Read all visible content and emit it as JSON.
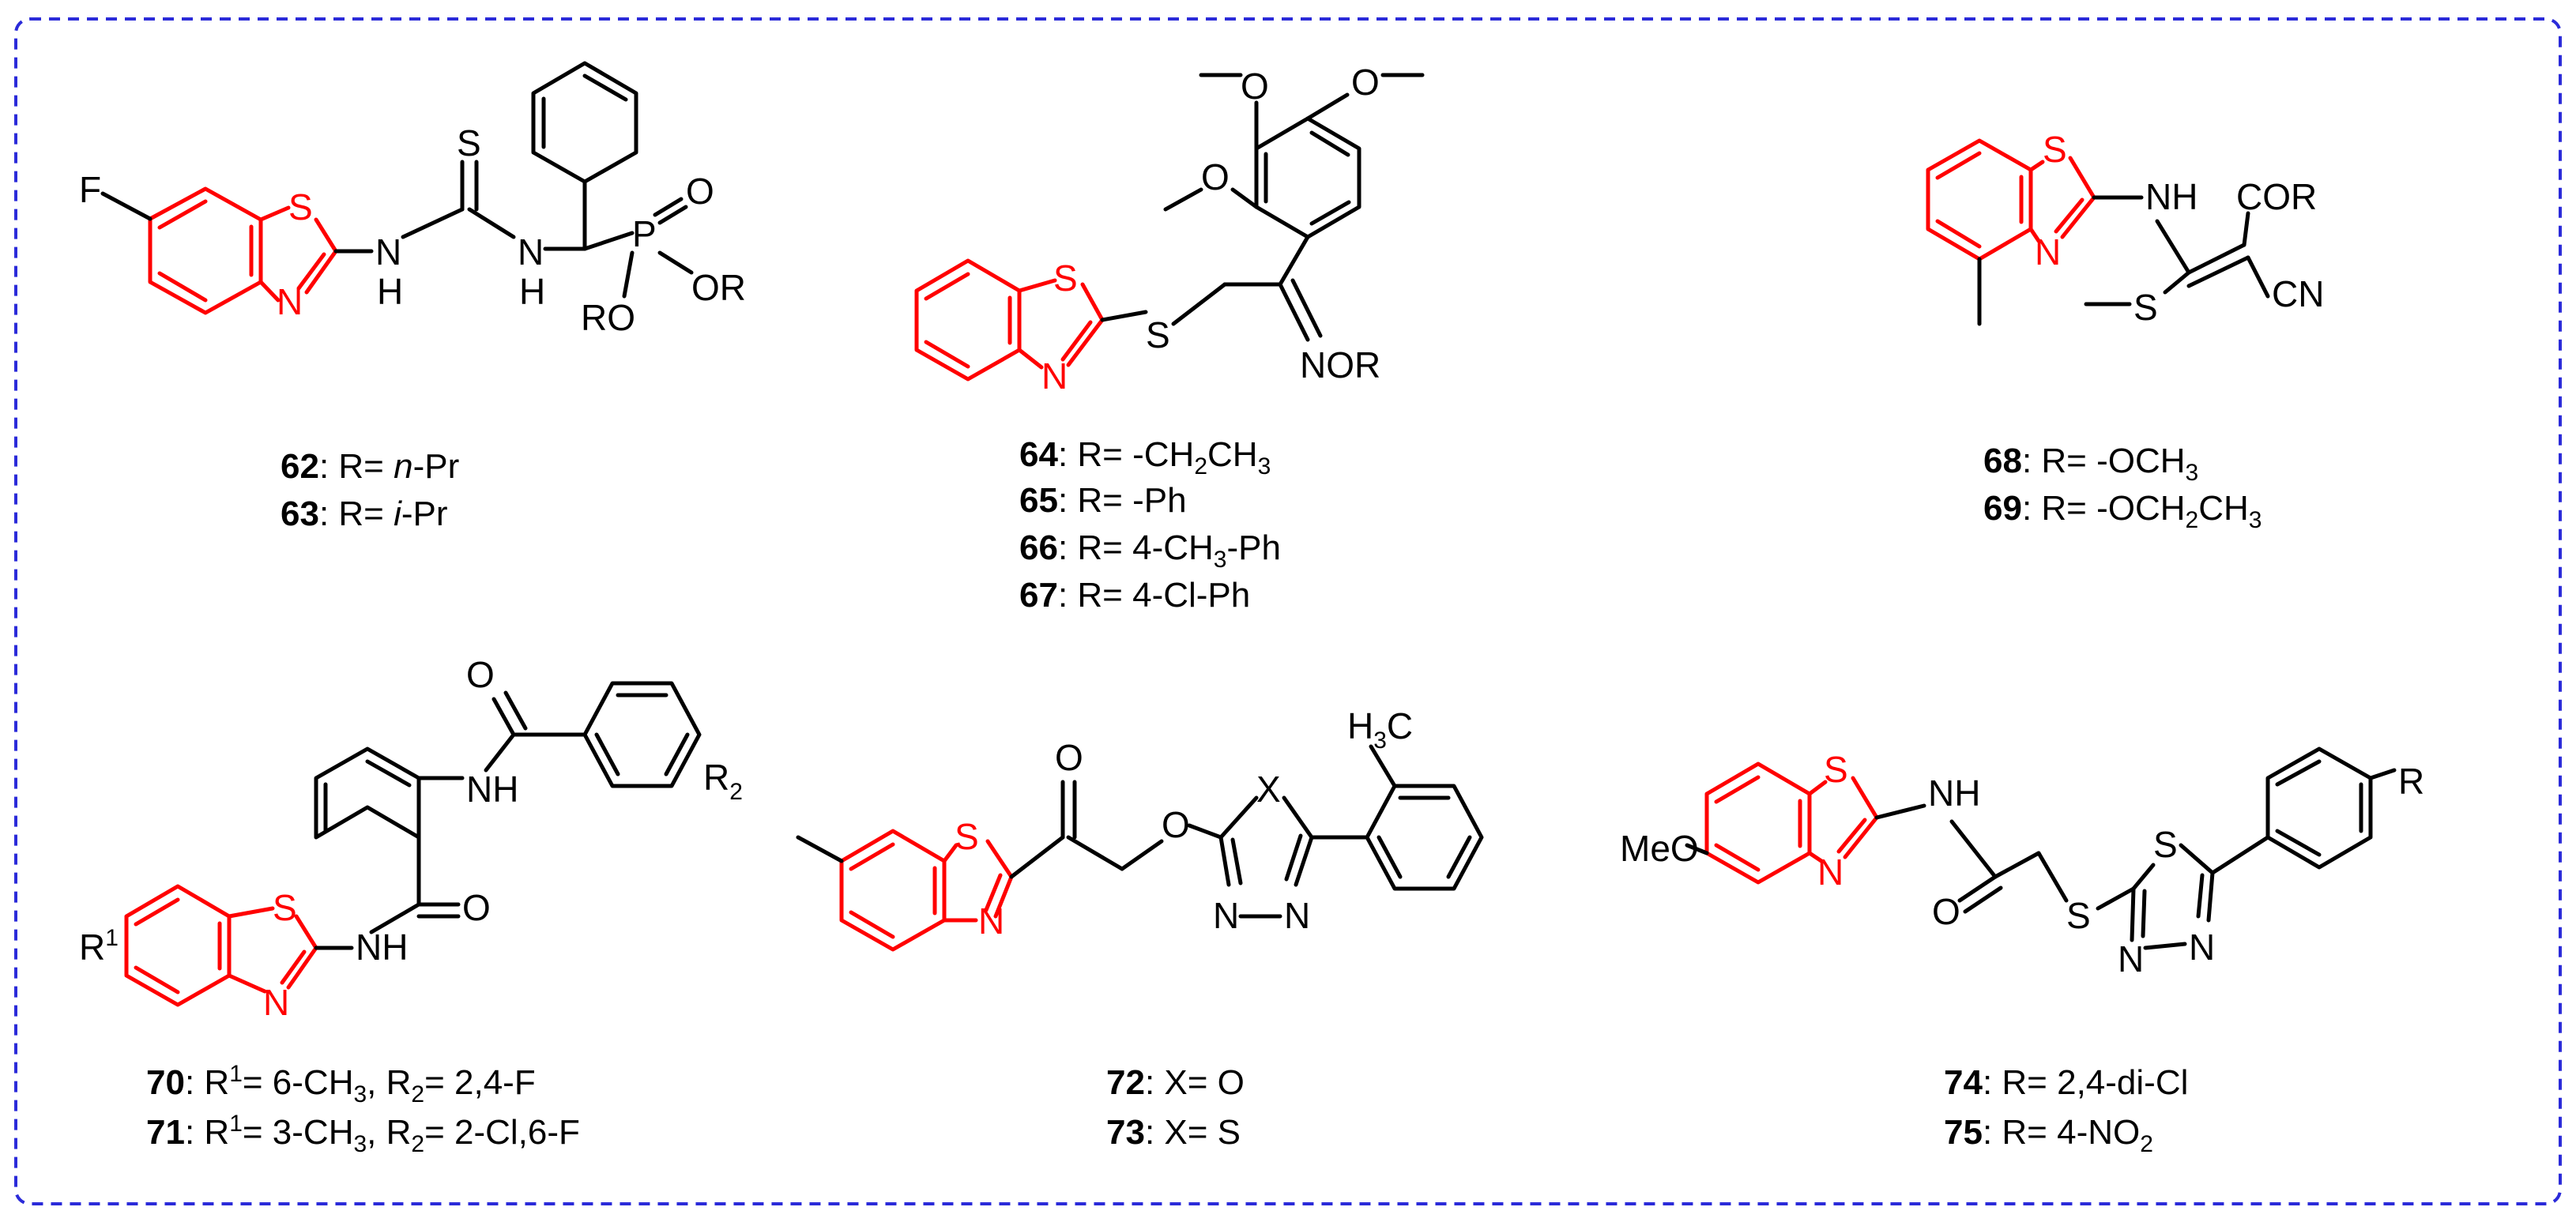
{
  "compounds": {
    "c62_63": {
      "atoms": {
        "F": "F",
        "S_ring": "S",
        "N_ring": "N",
        "NH1": "N",
        "H1": "H",
        "S_thio": "S",
        "NH2": "N",
        "H2": "H",
        "P": "P",
        "O": "O",
        "RO": "RO",
        "OR": "OR"
      },
      "labels": [
        {
          "num": "62",
          "text_a": ": R= ",
          "italic": "n",
          "text_b": "-Pr"
        },
        {
          "num": "63",
          "text_a": ": R= ",
          "italic": "i",
          "text_b": "-Pr"
        }
      ]
    },
    "c64_67": {
      "atoms": {
        "O1": "O",
        "O2": "O",
        "O3": "O",
        "S_ring": "S",
        "N_ring": "N",
        "S_link": "S",
        "NOR": "NOR"
      },
      "labels": [
        {
          "num": "64",
          "text": ": R= -CH",
          "sub": "2",
          "text2": "CH",
          "sub2": "3"
        },
        {
          "num": "65",
          "text": ": R= -Ph"
        },
        {
          "num": "66",
          "text": ": R= 4-CH",
          "sub": "3",
          "text2": "-Ph"
        },
        {
          "num": "67",
          "text": ": R= 4-Cl-Ph"
        }
      ]
    },
    "c68_69": {
      "atoms": {
        "S_ring": "S",
        "N_ring": "N",
        "NH": "NH",
        "COR": "COR",
        "S_me": "S",
        "CN": "CN"
      },
      "labels": [
        {
          "num": "68",
          "text": ": R= -OCH",
          "sub": "3"
        },
        {
          "num": "69",
          "text": ": R= -OCH",
          "sub": "2",
          "text2": "CH",
          "sub2": "3"
        }
      ]
    },
    "c70_71": {
      "atoms": {
        "O1": "O",
        "NH1": "NH",
        "R2": "R",
        "R2_sub": "2",
        "R1": "R",
        "R1_sup": "1",
        "S_ring": "S",
        "N_ring": "N",
        "O2": "O",
        "NH2": "NH"
      },
      "labels": [
        {
          "num": "70",
          "t1": ": R",
          "sup": "1",
          "t2": "= 6-CH",
          "s1": "3",
          "t3": ", R",
          "s2": "2",
          "t4": "= 2,4-F"
        },
        {
          "num": "71",
          "t1": ": R",
          "sup": "1",
          "t2": "= 3-CH",
          "s1": "3",
          "t3": ", R",
          "s2": "2",
          "t4": "= 2-Cl,6-F"
        }
      ]
    },
    "c72_73": {
      "atoms": {
        "O_keto": "O",
        "S_ring": "S",
        "N_ring": "N",
        "O_ether": "O",
        "X": "X",
        "N1": "N",
        "N2": "N",
        "H3C": "H",
        "H3C_sub": "3",
        "H3C_c": "C"
      },
      "labels": [
        {
          "num": "72",
          "text": ": X= O"
        },
        {
          "num": "73",
          "text": ": X= S"
        }
      ]
    },
    "c74_75": {
      "atoms": {
        "MeO": "MeO",
        "S_ring": "S",
        "N_ring": "N",
        "NH": "NH",
        "O": "O",
        "S_link": "S",
        "S_thiad": "S",
        "N1": "N",
        "N2": "N",
        "R": "R"
      },
      "labels": [
        {
          "num": "74",
          "text": ": R= 2,4-di-Cl"
        },
        {
          "num": "75",
          "text": ": R= 4-NO",
          "sub": "2"
        }
      ]
    }
  },
  "colors": {
    "frame": "#2b2bd9",
    "core": "#ff0000",
    "bond": "#000000"
  }
}
